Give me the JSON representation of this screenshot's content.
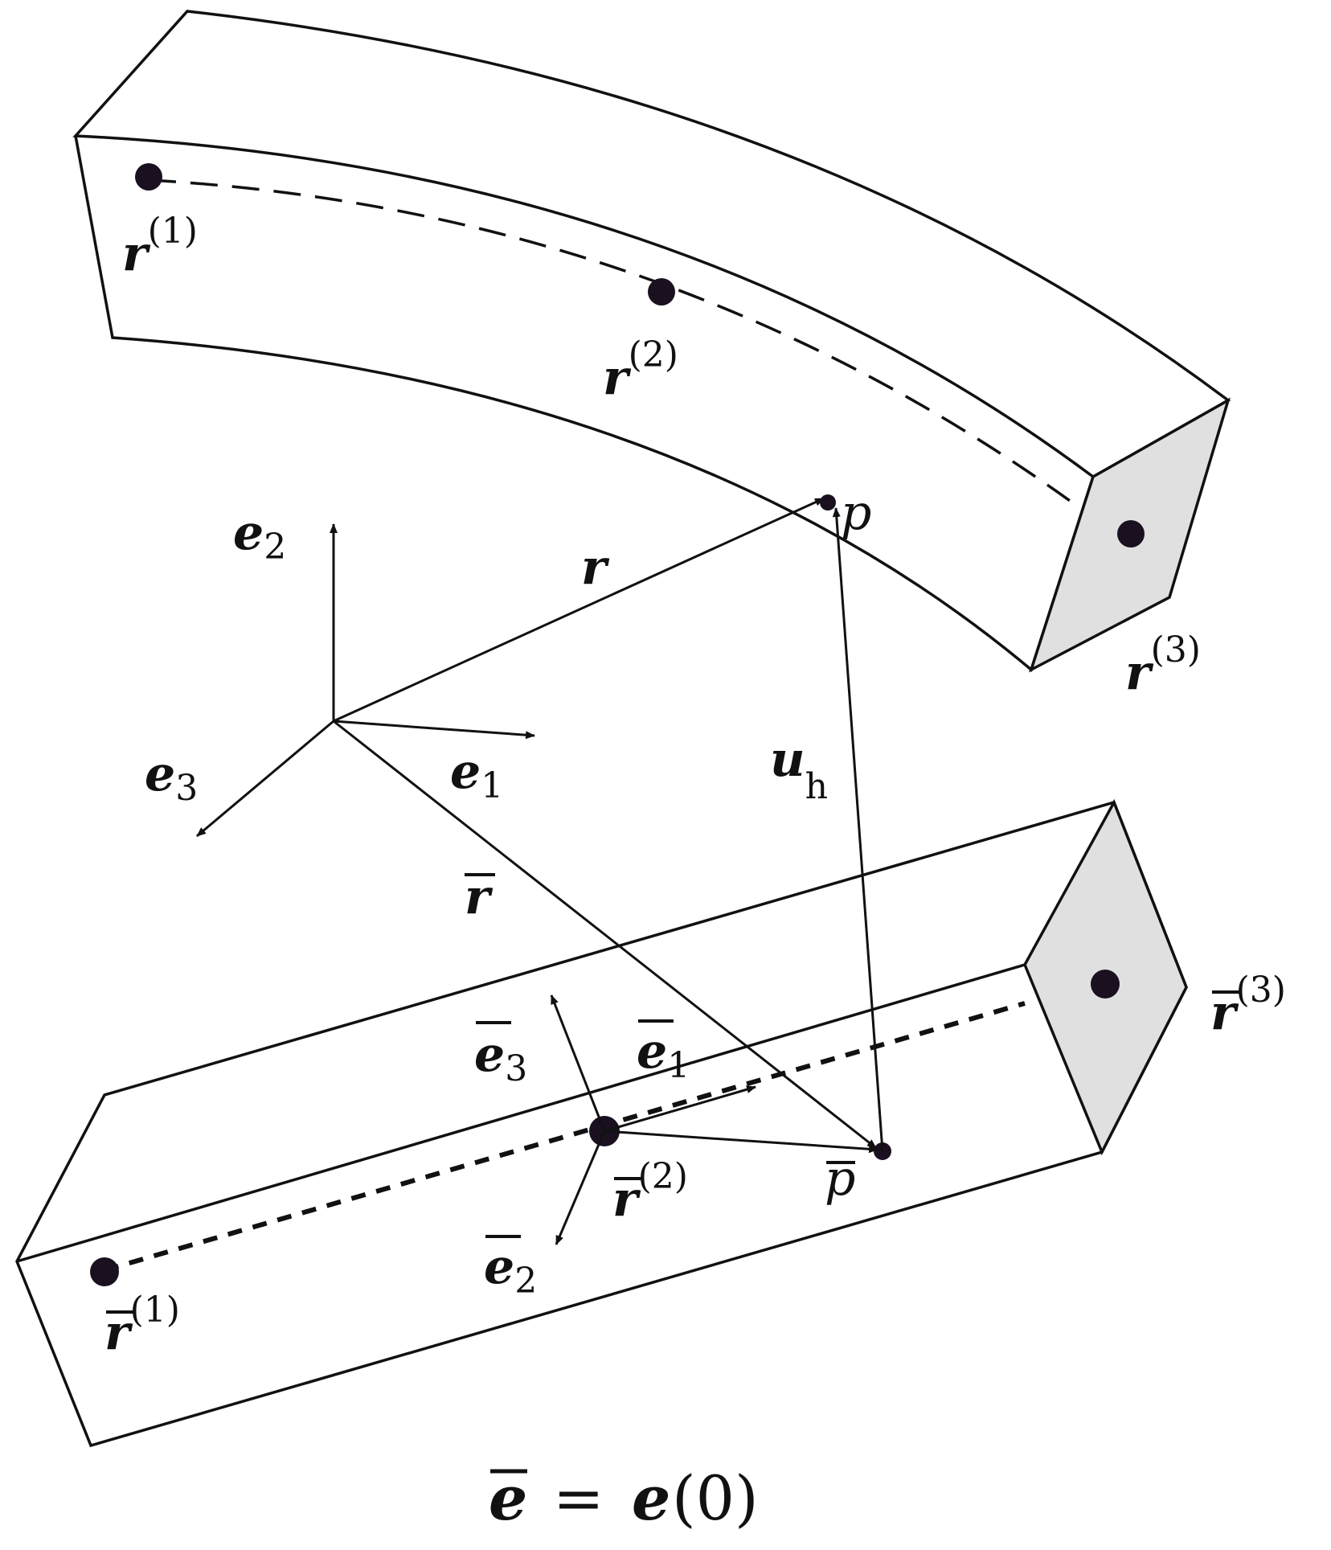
{
  "labels": {
    "upper": {
      "node1": {
        "base": "r",
        "sup": "(1)"
      },
      "node2": {
        "base": "r",
        "sup": "(2)"
      },
      "node3": {
        "base": "r",
        "sup": "(3)"
      },
      "point": "p"
    },
    "lower": {
      "node1": {
        "base": "r",
        "sup": "(1)"
      },
      "node2": {
        "base": "r",
        "sup": "(2)"
      },
      "node3": {
        "base": "r",
        "sup": "(3)"
      },
      "point": "p",
      "e1": {
        "base": "e",
        "sub": "1"
      },
      "e2": {
        "base": "e",
        "sub": "2"
      },
      "e3": {
        "base": "e",
        "sub": "3"
      }
    },
    "global": {
      "e1": {
        "base": "e",
        "sub": "1"
      },
      "e2": {
        "base": "e",
        "sub": "2"
      },
      "e3": {
        "base": "e",
        "sub": "3"
      }
    },
    "vectors": {
      "r": "r",
      "rbar": "r",
      "uh": {
        "base": "u",
        "sub": "h"
      }
    },
    "equation": {
      "lhs": "e",
      "eq": "=",
      "rhs": "e",
      "arg": "(0)"
    }
  },
  "colors": {
    "line": "#111111",
    "face_fill": "#e0e0e0",
    "node": "#1a1020"
  }
}
